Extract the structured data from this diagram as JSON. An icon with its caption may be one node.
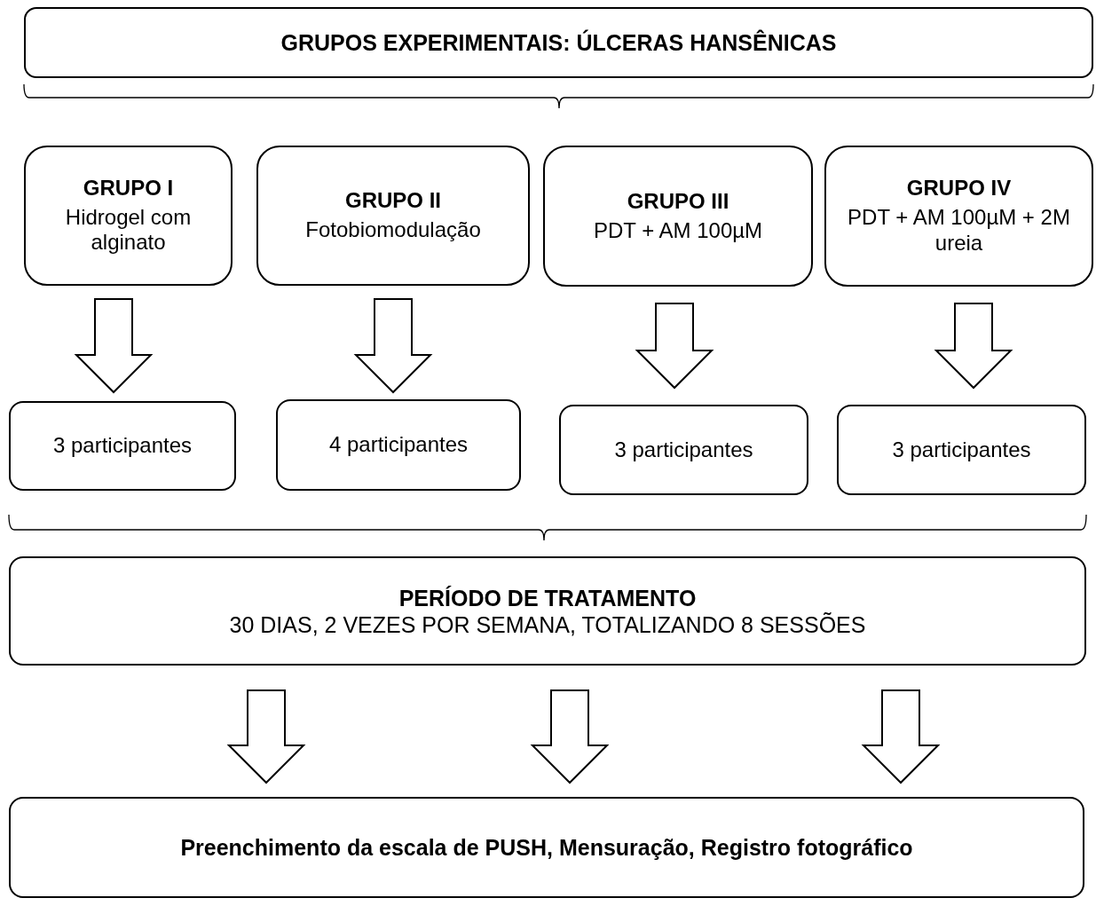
{
  "diagram": {
    "nodes": [
      {
        "text": [
          "GRUPOS EXPERIMENTAIS: ÚLCERAS HANSÊNICAS"
        ]
      },
      {
        "text": [
          "GRUPO I",
          "Hidrogel com alginato"
        ]
      },
      {
        "text": [
          "GRUPO II",
          "Fotobiomodulação"
        ]
      },
      {
        "text": [
          "GRUPO III",
          "PDT + AM 100µM"
        ]
      },
      {
        "text": [
          "GRUPO IV",
          "PDT + AM 100µM + 2M ureia"
        ]
      },
      {
        "text": [
          "3 participantes"
        ]
      },
      {
        "text": [
          "4 participantes"
        ]
      },
      {
        "text": [
          "3 participantes"
        ]
      },
      {
        "text": [
          "3 participantes"
        ]
      },
      {
        "text": [
          "PERÍODO DE TRATAMENTO",
          "30 DIAS, 2 VEZES POR SEMANA, TOTALIZANDO 8 SESSÕES"
        ]
      },
      {
        "text": [
          "Preenchimento da escala de PUSH, Mensuração, Registro fotográfico"
        ]
      }
    ],
    "edges": [
      {
        "from": 1,
        "to": 5,
        "arrow": "to"
      },
      {
        "from": 2,
        "to": 6,
        "arrow": "to"
      },
      {
        "from": 3,
        "to": 7,
        "arrow": "to"
      },
      {
        "from": 4,
        "to": 8,
        "arrow": "to"
      },
      {
        "from": 9,
        "to": 10,
        "arrow": "to"
      },
      {
        "from": 9,
        "to": 10,
        "arrow": "to"
      },
      {
        "from": 9,
        "to": 10,
        "arrow": "to"
      }
    ]
  }
}
